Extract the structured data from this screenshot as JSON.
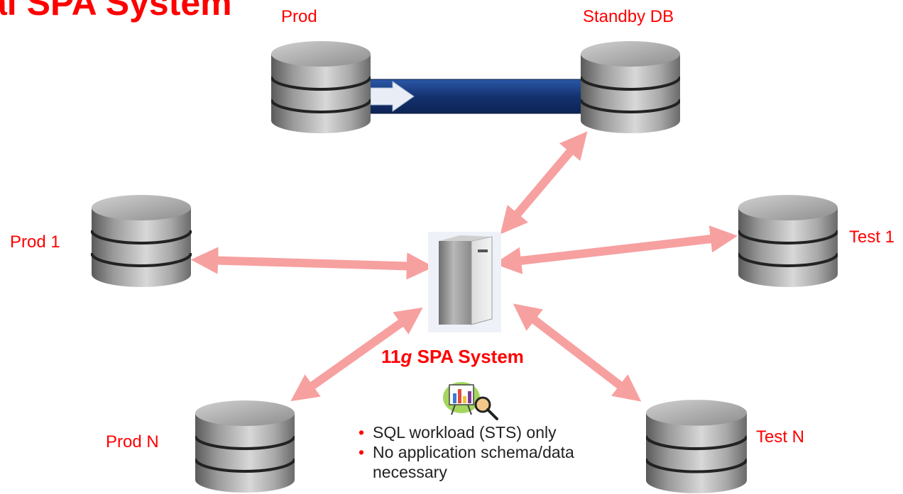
{
  "slide": {
    "title_fragment": "al SPA System"
  },
  "nodes": {
    "prod": "Prod",
    "standby": "Standby DB",
    "prod1": "Prod 1",
    "test1": "Test 1",
    "prodn": "Prod N",
    "testn": "Test N"
  },
  "spa": {
    "title_num": "11",
    "title_g": "g",
    "title_rest": " SPA System",
    "bullets": [
      "SQL workload (STS) only",
      "No application schema/data necessary"
    ]
  },
  "colors": {
    "accent": "#ff0000",
    "arrow": "#f7a0a0",
    "pipe": "#1b3f86"
  },
  "icons": [
    "database-icon",
    "server-icon",
    "analysis-chart-icon",
    "magnifier-icon"
  ]
}
